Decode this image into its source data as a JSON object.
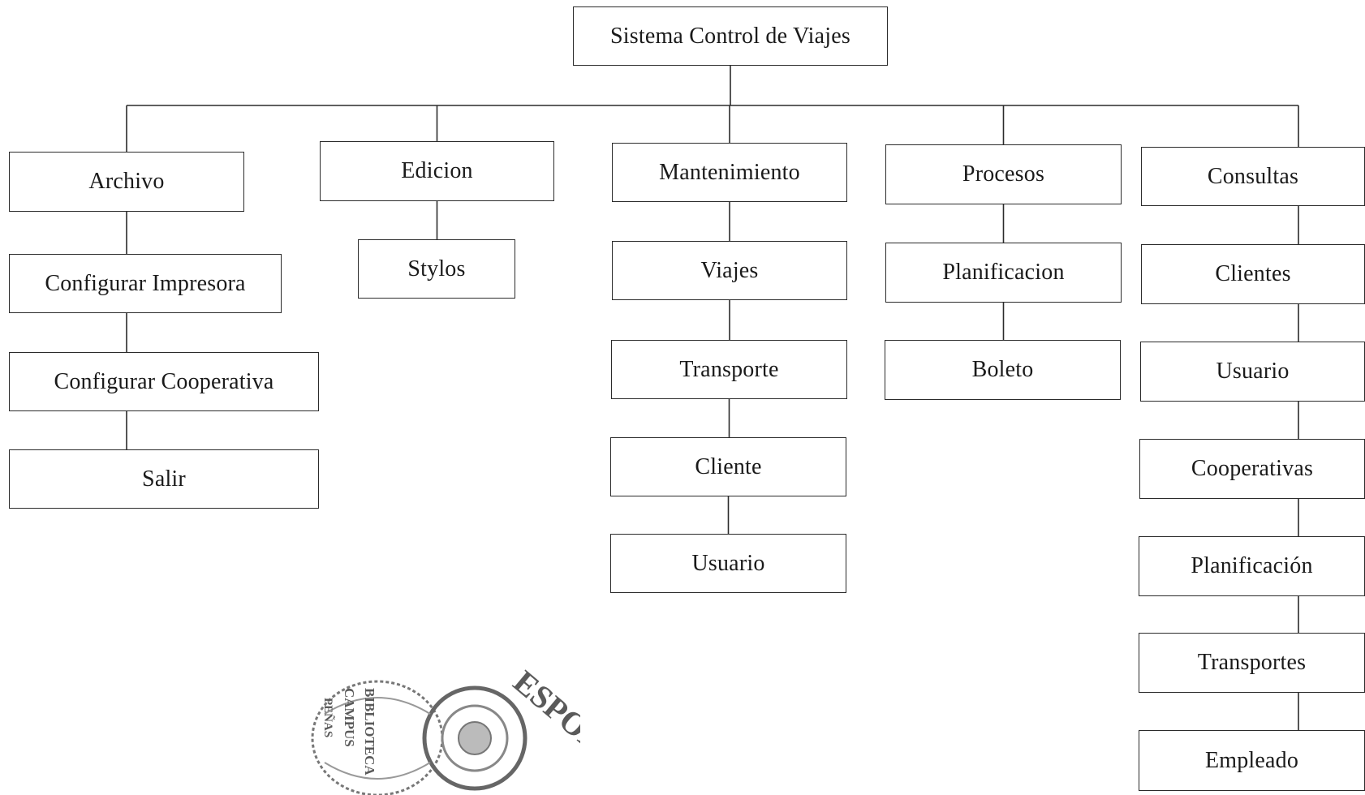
{
  "diagram": {
    "root": {
      "label": "Sistema Control de Viajes"
    },
    "branches": [
      {
        "label": "Archivo",
        "children": [
          "Configurar Impresora",
          "Configurar Cooperativa",
          "Salir"
        ]
      },
      {
        "label": "Edicion",
        "children": [
          "Stylos"
        ]
      },
      {
        "label": "Mantenimiento",
        "children": [
          "Viajes",
          "Transporte",
          "Cliente",
          "Usuario"
        ]
      },
      {
        "label": "Procesos",
        "children": [
          "Planificacion",
          "Boleto"
        ]
      },
      {
        "label": "Consultas",
        "children": [
          "Clientes",
          "Usuario",
          "Cooperativas",
          "Planificación",
          "Transportes",
          "Empleado"
        ]
      }
    ]
  },
  "stamp": {
    "text": [
      "ESPOL",
      "BIBLIOTECA",
      "CAMPUS",
      "PEÑAS"
    ],
    "color": "#555555"
  }
}
